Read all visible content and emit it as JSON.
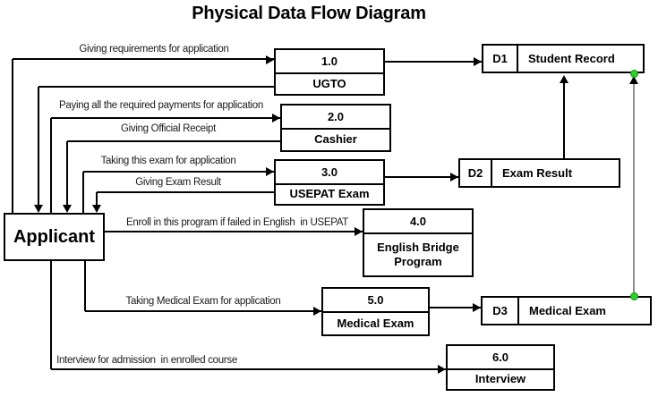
{
  "title": "Physical Data Flow Diagram",
  "colors": {
    "line": "#000000",
    "background": "#ffffff",
    "selected_connector": "#8f8f8f",
    "selection_handle_green": "#2ad32a"
  },
  "entity": {
    "label": "Applicant"
  },
  "processes": [
    {
      "id": "1.0",
      "name": "UGTO"
    },
    {
      "id": "2.0",
      "name": "Cashier"
    },
    {
      "id": "3.0",
      "name": "USEPAT Exam"
    },
    {
      "id": "4.0",
      "name": "English Bridge Program"
    },
    {
      "id": "5.0",
      "name": "Medical Exam"
    },
    {
      "id": "6.0",
      "name": "Interview"
    }
  ],
  "data_stores": [
    {
      "id": "D1",
      "name": "Student Record"
    },
    {
      "id": "D2",
      "name": "Exam Result"
    },
    {
      "id": "D3",
      "name": "Medical Exam"
    }
  ],
  "flow_labels": [
    "Giving requirements for application",
    "Paying all the required payments for application",
    "Giving Official Receipt",
    "Taking this exam for application",
    "Giving Exam Result",
    "Enroll in this program if failed in English  in USEPAT",
    "Taking Medical Exam for application",
    "Interview for admission  in enrolled course"
  ]
}
